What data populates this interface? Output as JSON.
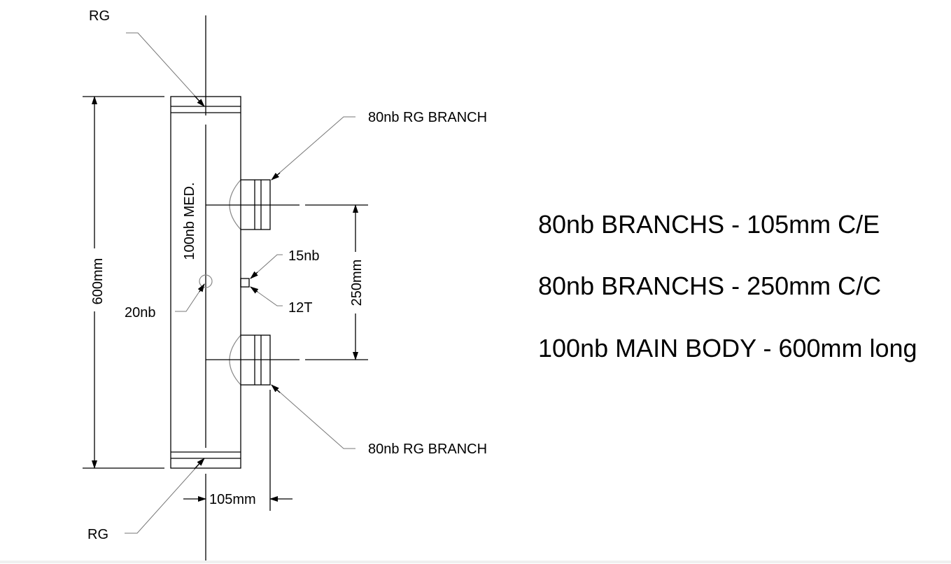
{
  "drawing": {
    "labels": {
      "rg_top": "RG",
      "rg_bottom": "RG",
      "branch_top": "80nb RG BRANCH",
      "branch_bottom": "80nb RG BRANCH",
      "main_body": "100nb MED.",
      "socket_15nb": "15nb",
      "socket_12t": "12T",
      "boss_20nb": "20nb"
    },
    "dimensions": {
      "overall_length": "600mm",
      "branch_centres": "250mm",
      "branch_c_to_e": "105mm"
    }
  },
  "notes": [
    "80nb BRANCHS - 105mm C/E",
    "80nb BRANCHS - 250mm C/C",
    "100nb MAIN BODY - 600mm long"
  ],
  "colors": {
    "line": "#000000",
    "leader": "#777777",
    "background": "#ffffff"
  }
}
